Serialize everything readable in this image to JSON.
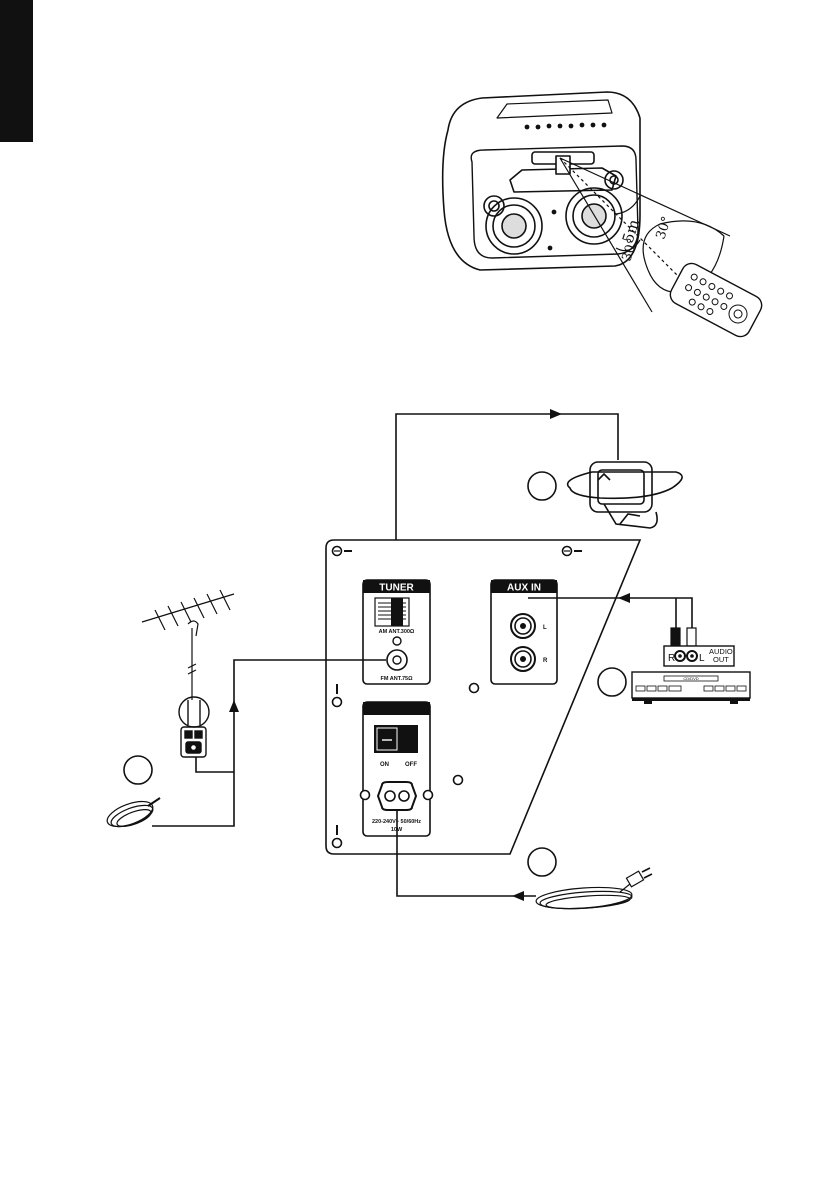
{
  "colors": {
    "ink": "#111111",
    "paper": "#ffffff"
  },
  "speaker_figure": {
    "range_label": "5m",
    "angle_label_left": "30°",
    "angle_label_right": "30°"
  },
  "rear_panel": {
    "tuner": {
      "title": "TUNER",
      "am_label": "AM ANT.300Ω",
      "fm_label": "FM ANT.75Ω"
    },
    "aux": {
      "title": "AUX IN",
      "left_label": "L",
      "right_label": "R"
    },
    "power": {
      "on_label": "ON",
      "off_label": "OFF",
      "rating_line1": "220-240V~ 50/60Hz",
      "rating_line2": "10W"
    }
  },
  "external_device": {
    "r_label": "R",
    "l_label": "L",
    "out_line1": "AUDIO",
    "out_line2": "OUT",
    "display_text": "CD/DVD"
  },
  "icons": [
    "speaker-illustration",
    "remote-control-icon",
    "loop-antenna-icon",
    "tv-antenna-icon",
    "antenna-adapter-icon",
    "fm-wire-antenna-icon",
    "power-cord-icon",
    "cd-dvd-player-icon",
    "screw-icon",
    "arrow-icon"
  ]
}
